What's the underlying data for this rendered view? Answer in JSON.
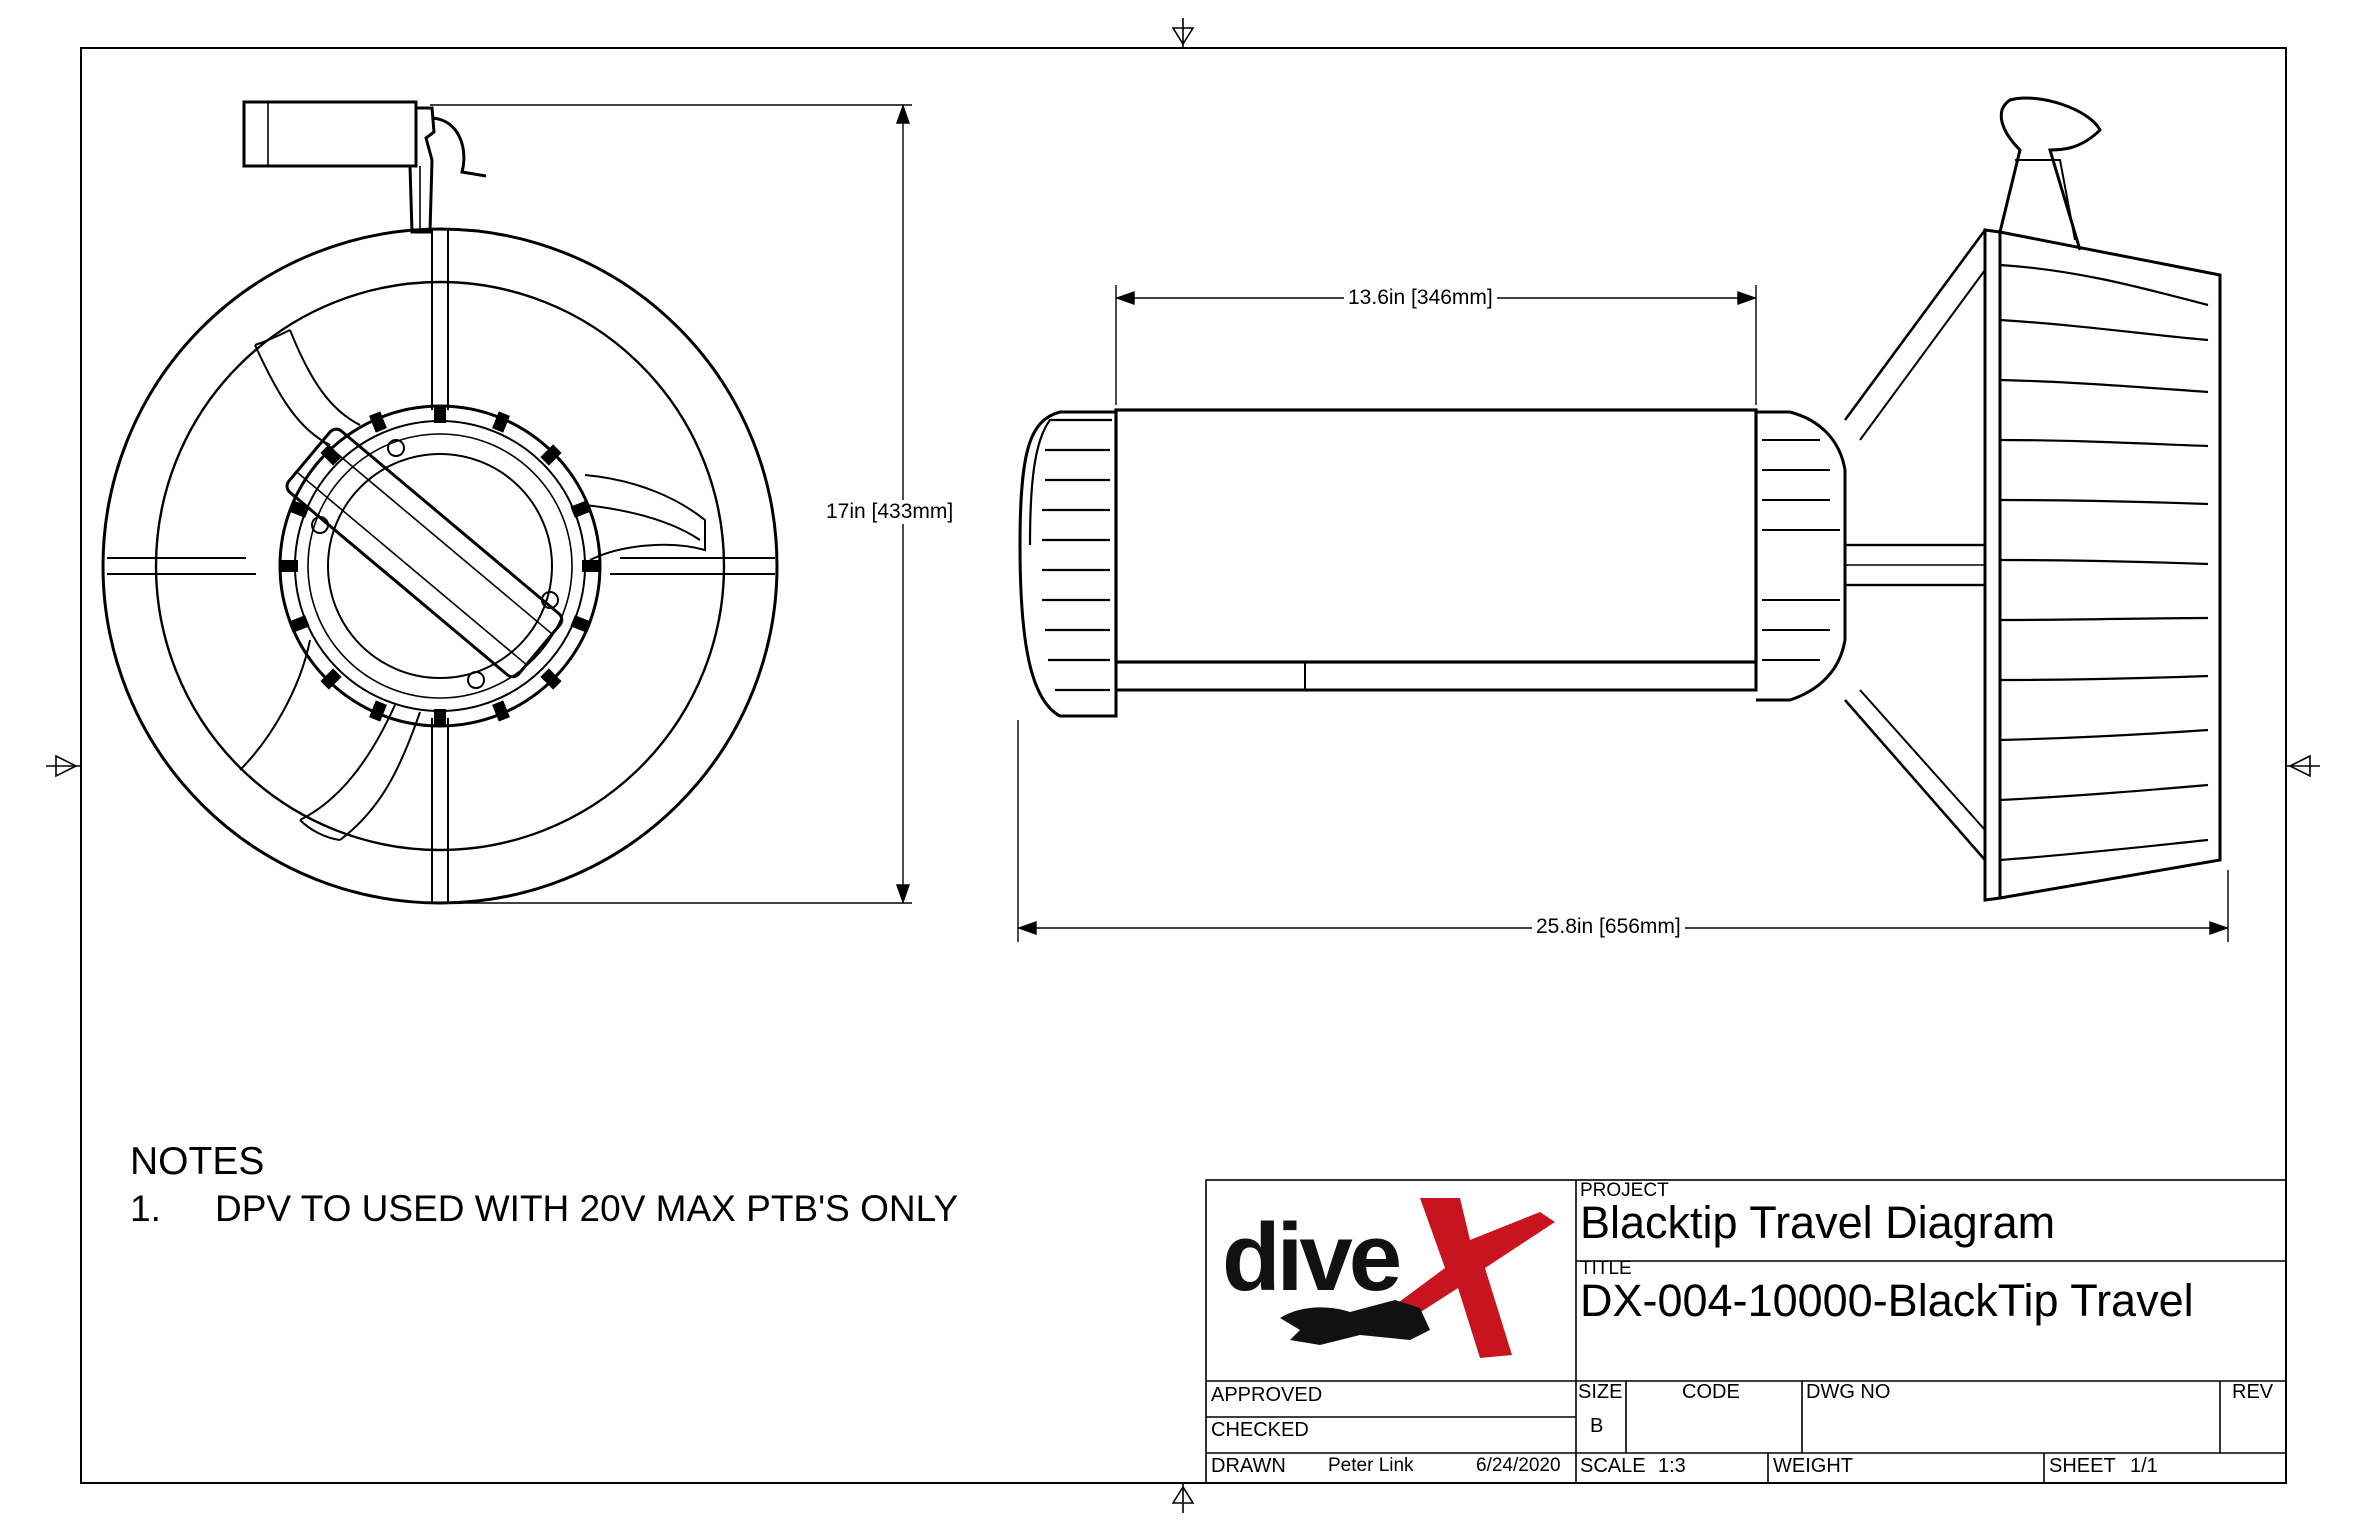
{
  "dimensions": {
    "height": "17in [433mm]",
    "body_length": "13.6in [346mm]",
    "overall_length": "25.8in [656mm]"
  },
  "notes": {
    "heading": "NOTES",
    "items": [
      {
        "num": "1.",
        "text": "DPV TO USED WITH 20V MAX PTB'S ONLY"
      }
    ]
  },
  "title_block": {
    "logo_text": "dive",
    "logo_mark": "X",
    "project_label": "PROJECT",
    "project": "Blacktip Travel Diagram",
    "title_label": "TITLE",
    "title": "DX-004-10000-BlackTip Travel",
    "approved_label": "APPROVED",
    "checked_label": "CHECKED",
    "drawn_label": "DRAWN",
    "drawn_by": "Peter Link",
    "drawn_date": "6/24/2020",
    "size_label": "SIZE",
    "size": "B",
    "code_label": "CODE",
    "dwg_label": "DWG NO",
    "rev_label": "REV",
    "scale_label": "SCALE",
    "scale": "1:3",
    "weight_label": "WEIGHT",
    "sheet_label": "SHEET",
    "sheet": "1/1"
  },
  "colors": {
    "line": "#000000",
    "logo_red": "#c8141e",
    "logo_black": "#111111"
  }
}
